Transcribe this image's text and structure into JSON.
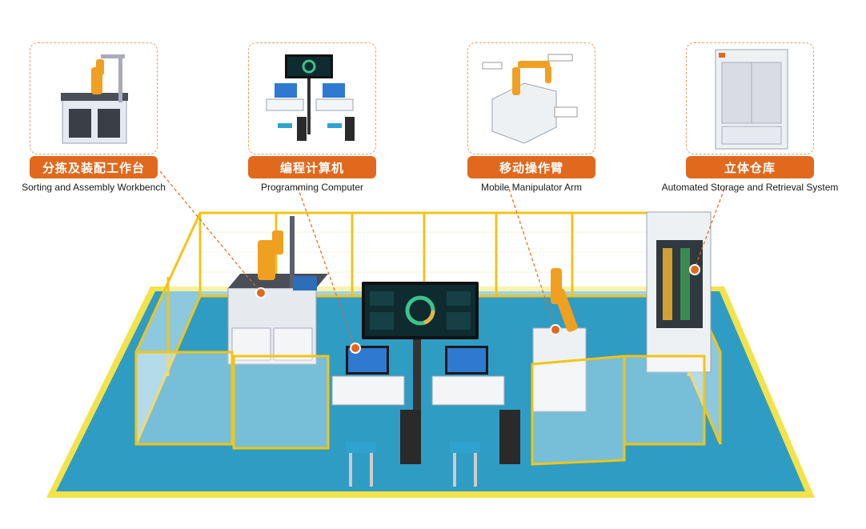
{
  "stations": [
    {
      "zh": "分拣及装配工作台",
      "en": "Sorting and Assembly Workbench"
    },
    {
      "zh": "编程计算机",
      "en": "Programming Computer"
    },
    {
      "zh": "移动操作臂",
      "en": "Mobile Manipulator Arm"
    },
    {
      "zh": "立体仓库",
      "en": "Automated Storage and Retrieval System"
    }
  ],
  "colors": {
    "accent": "#e0691e",
    "floor": "#2f9cc4",
    "floor_border": "#f3e24a",
    "fence": "#f2c417",
    "robot": "#f0a020"
  }
}
